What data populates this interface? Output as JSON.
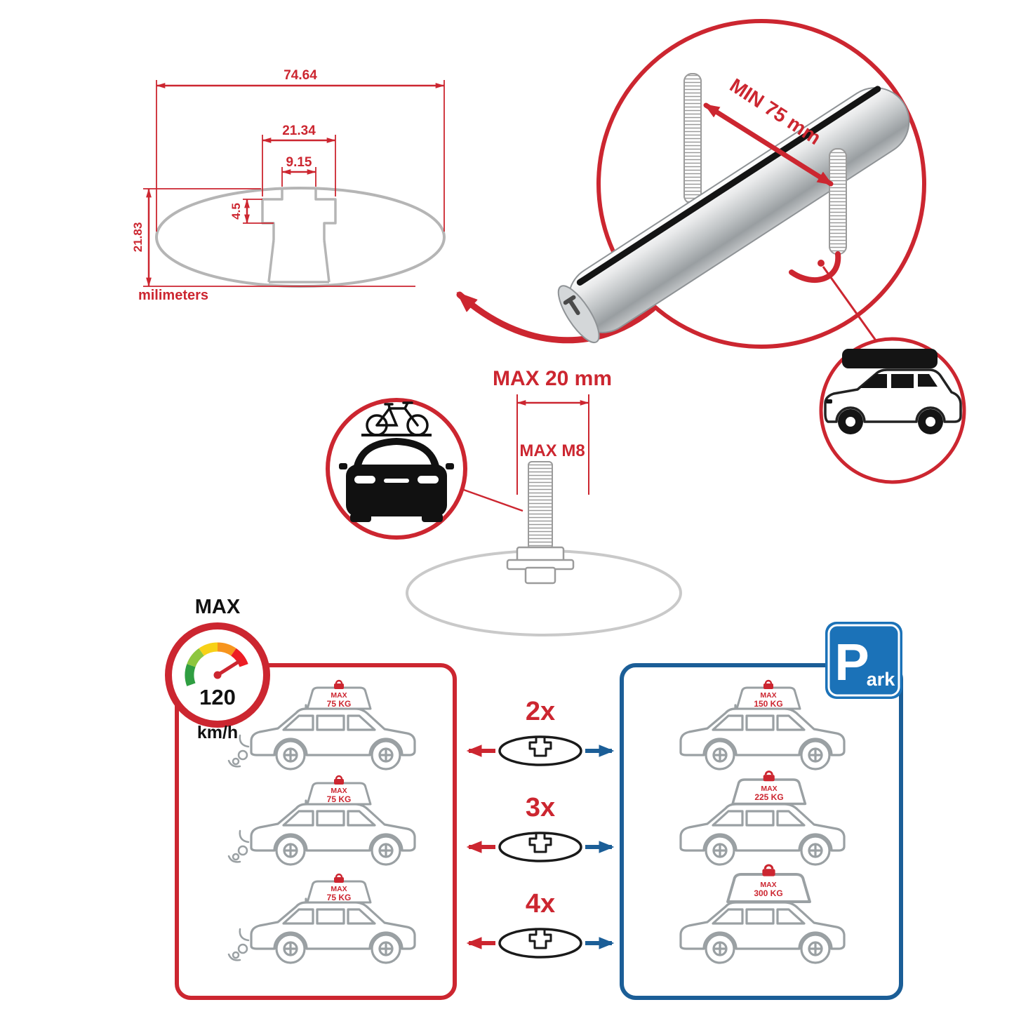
{
  "cross_section": {
    "width_total": "74.64",
    "cavity_width": "21.34",
    "slot_width": "9.15",
    "lip_depth": "4.5",
    "height_total": "21.83",
    "units": "milimeters"
  },
  "bar_detail": {
    "min_spacing": "MIN 75 mm"
  },
  "bolt": {
    "max_length": "MAX 20 mm",
    "max_thread": "MAX M8"
  },
  "speed": {
    "label": "MAX",
    "value": "120",
    "unit": "km/h"
  },
  "parking": {
    "letter": "P",
    "suffix": "ark"
  },
  "driving_cars": [
    {
      "label": "MAX",
      "value": "75 KG"
    },
    {
      "label": "MAX",
      "value": "75 KG"
    },
    {
      "label": "MAX",
      "value": "75 KG"
    }
  ],
  "parked_cars": [
    {
      "label": "MAX",
      "value": "150 KG"
    },
    {
      "label": "MAX",
      "value": "225 KG"
    },
    {
      "label": "MAX",
      "value": "300 KG"
    }
  ],
  "multipliers": [
    "2x",
    "3x",
    "4x"
  ],
  "colors": {
    "red": "#cc2630",
    "blue": "#1b5e97",
    "gray": "#9aa0a3",
    "light_gray": "#c9c9c9",
    "dark": "#141414"
  }
}
